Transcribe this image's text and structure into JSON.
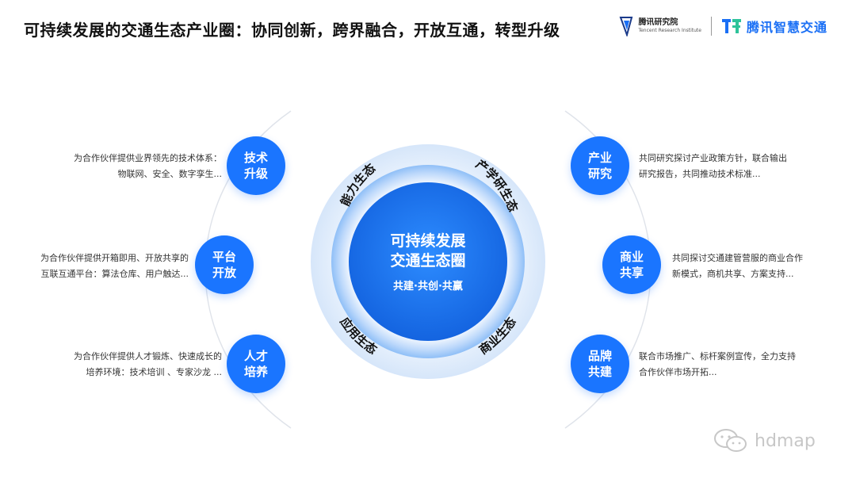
{
  "title": "可持续发展的交通生态产业圈：协同创新，跨界融合，开放互通，转型升级",
  "logos": {
    "tencent_research_cn": "腾讯研究院",
    "tencent_research_en": "Tencent Research Institute",
    "smart_traffic": "腾讯智慧交通"
  },
  "center": {
    "title_line1": "可持续发展",
    "title_line2": "交通生态圈",
    "subtitle": "共建·共创·共赢"
  },
  "ring_labels": {
    "top_left": "能力生态",
    "top_right": "产学研生态",
    "bottom_left": "应用生态",
    "bottom_right": "商业生态"
  },
  "left_nodes": [
    {
      "line1": "技术",
      "line2": "升级",
      "desc1": "为合作伙伴提供业界领先的技术体系：",
      "desc2": "物联网、安全、数字孪生..."
    },
    {
      "line1": "平台",
      "line2": "开放",
      "desc1": "为合作伙伴提供开箱即用、开放共享的",
      "desc2": "互联互通平台：算法仓库、用户触达..."
    },
    {
      "line1": "人才",
      "line2": "培养",
      "desc1": "为合作伙伴提供人才锻炼、快速成长的",
      "desc2": "培养环境：技术培训 、专家沙龙 ..."
    }
  ],
  "right_nodes": [
    {
      "line1": "产业",
      "line2": "研究",
      "desc1": "共同研究探讨产业政策方针，联合输出",
      "desc2": "研究报告，共同推动技术标准..."
    },
    {
      "line1": "商业",
      "line2": "共享",
      "desc1": "共同探讨交通建管营服的商业合作",
      "desc2": "新模式，商机共享、方案支持..."
    },
    {
      "line1": "品牌",
      "line2": "共建",
      "desc1": "联合市场推广、标杆案例宣传，全力支持",
      "desc2": "合作伙伴市场开拓..."
    }
  ],
  "watermark": "hdmap",
  "colors": {
    "primary_blue": "#1a75ff",
    "ring_light": "#dbe9fb",
    "text_dark": "#111111"
  }
}
